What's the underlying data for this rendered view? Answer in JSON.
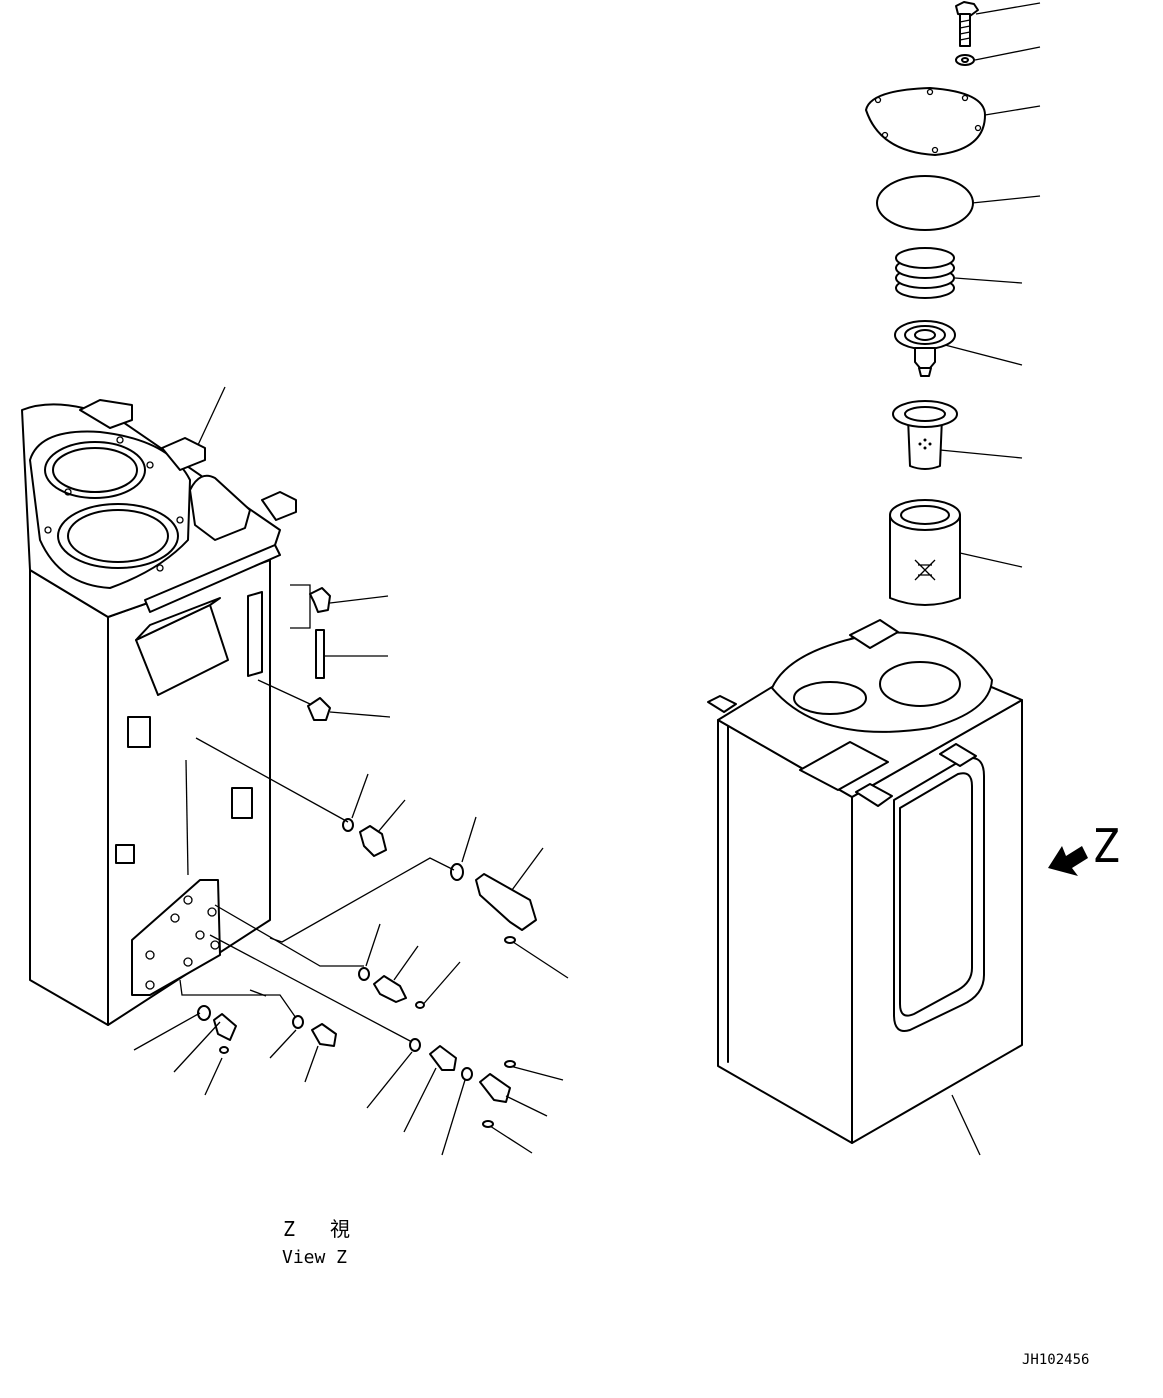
{
  "view_label": {
    "line1_letter": "Z",
    "line1_kanji": "視",
    "line2": "View Z"
  },
  "z_marker": "Z",
  "drawing_code": "JH102456"
}
